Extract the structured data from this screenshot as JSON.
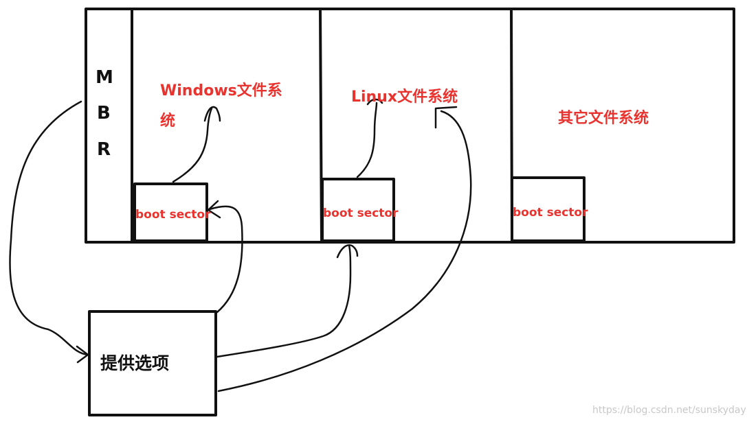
{
  "mbr": {
    "letters": [
      "M",
      "B",
      "R"
    ]
  },
  "partitions": [
    {
      "title_line1": "Windows文件系",
      "title_line2": "统",
      "boot_label": "boot sector"
    },
    {
      "title_line1": "Linux文件系统",
      "boot_label": "boot sector"
    },
    {
      "title_line1": "其它文件系统",
      "boot_label": "boot sector"
    }
  ],
  "options_box": {
    "label": "提供选项"
  },
  "watermark": "https://blog.csdn.net/sunskyday",
  "colors": {
    "ink": "#111111",
    "label_red": "#e8332f",
    "watermark": "#c8c8c8"
  }
}
